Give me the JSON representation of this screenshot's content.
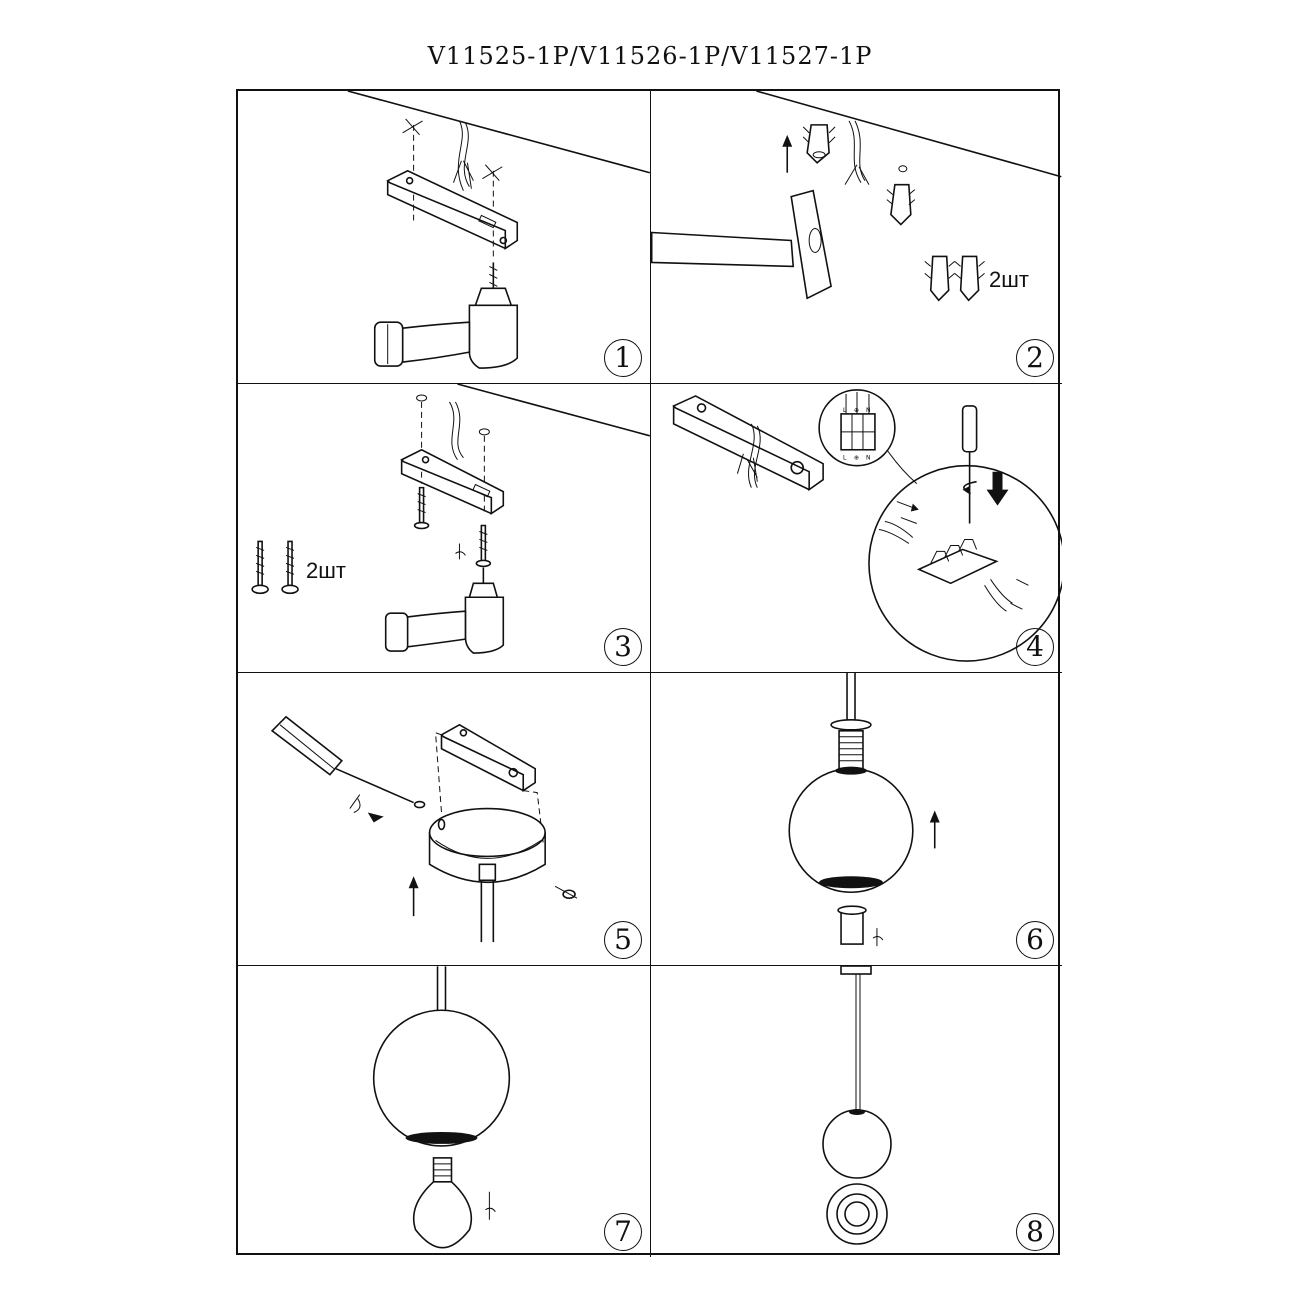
{
  "title": "V11525-1P/V11526-1P/V11527-1P",
  "panels": [
    {
      "step": "1"
    },
    {
      "step": "2",
      "quantity_label": "2шт"
    },
    {
      "step": "3",
      "quantity_label": "2шт"
    },
    {
      "step": "4",
      "terminal_labels": [
        "L",
        "⊕",
        "N",
        "L",
        "⊕",
        "N"
      ]
    },
    {
      "step": "5"
    },
    {
      "step": "6"
    },
    {
      "step": "7"
    },
    {
      "step": "8"
    }
  ]
}
